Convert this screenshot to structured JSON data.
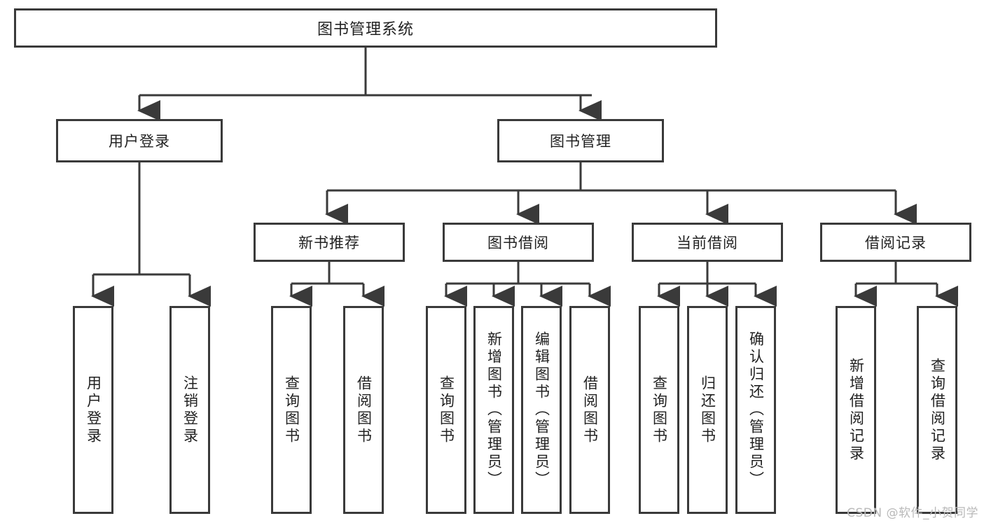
{
  "diagram": {
    "title": "图书管理系统",
    "type": "tree",
    "root": {
      "label": "图书管理系统"
    },
    "level2": [
      {
        "id": "user-login",
        "label": "用户登录"
      },
      {
        "id": "book-manage",
        "label": "图书管理"
      }
    ],
    "level3": [
      {
        "id": "new-book-recommend",
        "label": "新书推荐",
        "parent": "book-manage"
      },
      {
        "id": "book-borrow",
        "label": "图书借阅",
        "parent": "book-manage"
      },
      {
        "id": "current-borrow",
        "label": "当前借阅",
        "parent": "book-manage"
      },
      {
        "id": "borrow-record",
        "label": "借阅记录",
        "parent": "book-manage"
      }
    ],
    "leaves": [
      {
        "id": "leaf-user-login",
        "label": "用户登录",
        "parent": "user-login"
      },
      {
        "id": "leaf-logout",
        "label": "注销登录",
        "parent": "user-login"
      },
      {
        "id": "leaf-query-book-1",
        "label": "查询图书",
        "parent": "new-book-recommend"
      },
      {
        "id": "leaf-borrow-book-1",
        "label": "借阅图书",
        "parent": "new-book-recommend"
      },
      {
        "id": "leaf-query-book-2",
        "label": "查询图书",
        "parent": "book-borrow"
      },
      {
        "id": "leaf-add-book",
        "label": "新增图书（管理员）",
        "parent": "book-borrow"
      },
      {
        "id": "leaf-edit-book",
        "label": "编辑图书（管理员）",
        "parent": "book-borrow"
      },
      {
        "id": "leaf-borrow-book-2",
        "label": "借阅图书",
        "parent": "book-borrow"
      },
      {
        "id": "leaf-query-book-3",
        "label": "查询图书",
        "parent": "current-borrow"
      },
      {
        "id": "leaf-return-book",
        "label": "归还图书",
        "parent": "current-borrow"
      },
      {
        "id": "leaf-confirm-return",
        "label": "确认归还（管理员）",
        "parent": "current-borrow"
      },
      {
        "id": "leaf-add-record",
        "label": "新增借阅记录",
        "parent": "borrow-record"
      },
      {
        "id": "leaf-query-record",
        "label": "查询借阅记录",
        "parent": "borrow-record"
      }
    ]
  },
  "watermark": {
    "text": "CSDN @软件_小贺同学"
  },
  "colors": {
    "border": "#3a3a3a",
    "text": "#222222",
    "background": "#ffffff",
    "watermark": "#b9b9b9"
  }
}
